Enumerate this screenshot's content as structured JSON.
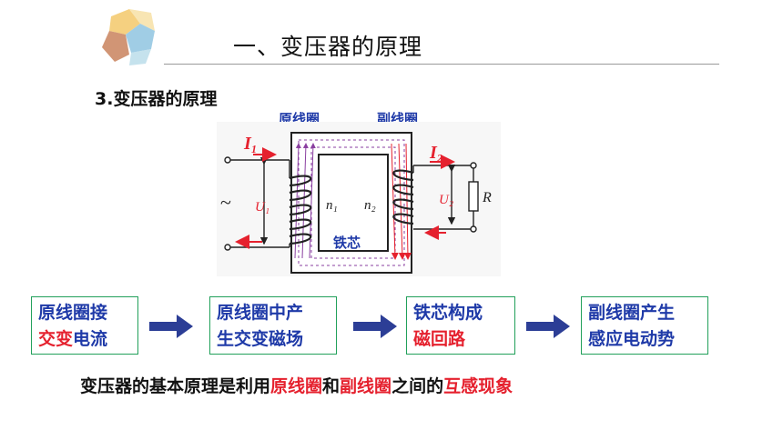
{
  "header": {
    "title": "一、变压器的原理"
  },
  "section": {
    "heading": "3.变压器的原理"
  },
  "diagram": {
    "primary_coil_label": "原线圈",
    "secondary_coil_label": "副线圈",
    "current_primary": "I₁",
    "current_secondary": "I₂",
    "voltage_primary": "U₁",
    "voltage_secondary": "U₂",
    "turns_primary": "n₁",
    "turns_secondary": "n₂",
    "resistor": "R",
    "core_label": "铁芯",
    "ac_symbol": "~"
  },
  "flow": [
    {
      "line1": "原线圈接",
      "line2_red": "交变",
      "line2_rest": "电流"
    },
    {
      "line1": "原线圈中产",
      "line2": "生交变磁场"
    },
    {
      "line1": "铁芯构成",
      "line2_red": "磁回路"
    },
    {
      "line1": "副线圈产生",
      "line2": "感应电动势"
    }
  ],
  "principle": {
    "p1": "变压器的基本原理是利用",
    "r1": "原线圈",
    "p2": "和",
    "r2": "副线圈",
    "p3": "之间的",
    "r3": "互感现象"
  },
  "colors": {
    "accent_blue": "#1f3aa8",
    "accent_red": "#e5212e",
    "box_border": "#21a05a",
    "arrow": "#2c3e96"
  }
}
